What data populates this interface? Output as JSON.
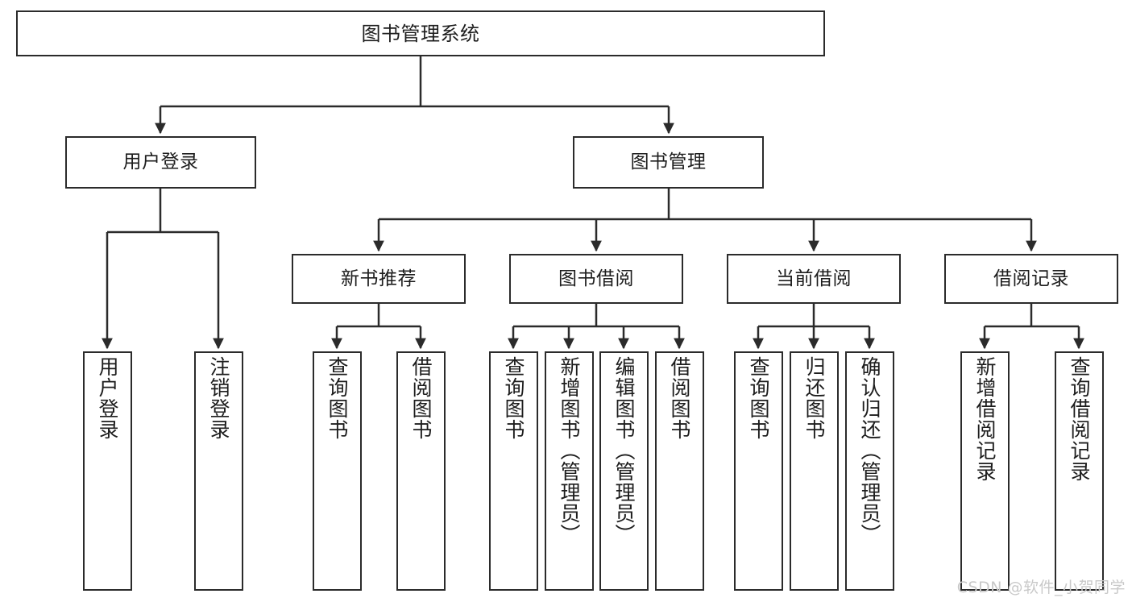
{
  "diagram": {
    "title": "图书管理系统",
    "type": "tree",
    "watermark": "CSDN @软件_小贺同学",
    "colors": {
      "stroke": "#2b2b2b",
      "fill": "#ffffff",
      "text": "#1d1d1d",
      "watermark": "#c9c9c9"
    },
    "levels": {
      "level1": [
        {
          "id": "root",
          "label": "图书管理系统"
        }
      ],
      "level2": [
        {
          "id": "user-login",
          "label": "用户登录"
        },
        {
          "id": "book-management",
          "label": "图书管理"
        }
      ],
      "level3": [
        {
          "id": "new-book-recommend",
          "label": "新书推荐",
          "parent": "book-management"
        },
        {
          "id": "book-borrow",
          "label": "图书借阅",
          "parent": "book-management"
        },
        {
          "id": "current-borrow",
          "label": "当前借阅",
          "parent": "book-management"
        },
        {
          "id": "borrow-record",
          "label": "借阅记录",
          "parent": "book-management"
        }
      ],
      "leaves": [
        {
          "id": "leaf-user-login",
          "label": "用户登录",
          "parent": "user-login"
        },
        {
          "id": "leaf-logout",
          "label": "注销登录",
          "parent": "user-login"
        },
        {
          "id": "leaf-query-book-1",
          "label": "查询图书",
          "parent": "new-book-recommend"
        },
        {
          "id": "leaf-borrow-book-1",
          "label": "借阅图书",
          "parent": "new-book-recommend"
        },
        {
          "id": "leaf-query-book-2",
          "label": "查询图书",
          "parent": "book-borrow"
        },
        {
          "id": "leaf-add-book",
          "label": "新增图书（管理员）",
          "parent": "book-borrow"
        },
        {
          "id": "leaf-edit-book",
          "label": "编辑图书（管理员）",
          "parent": "book-borrow"
        },
        {
          "id": "leaf-borrow-book-2",
          "label": "借阅图书",
          "parent": "book-borrow"
        },
        {
          "id": "leaf-query-book-3",
          "label": "查询图书",
          "parent": "current-borrow"
        },
        {
          "id": "leaf-return-book",
          "label": "归还图书",
          "parent": "current-borrow"
        },
        {
          "id": "leaf-confirm-return",
          "label": "确认归还（管理员）",
          "parent": "current-borrow"
        },
        {
          "id": "leaf-add-record",
          "label": "新增借阅记录",
          "parent": "borrow-record"
        },
        {
          "id": "leaf-query-record",
          "label": "查询借阅记录",
          "parent": "borrow-record"
        }
      ]
    }
  }
}
